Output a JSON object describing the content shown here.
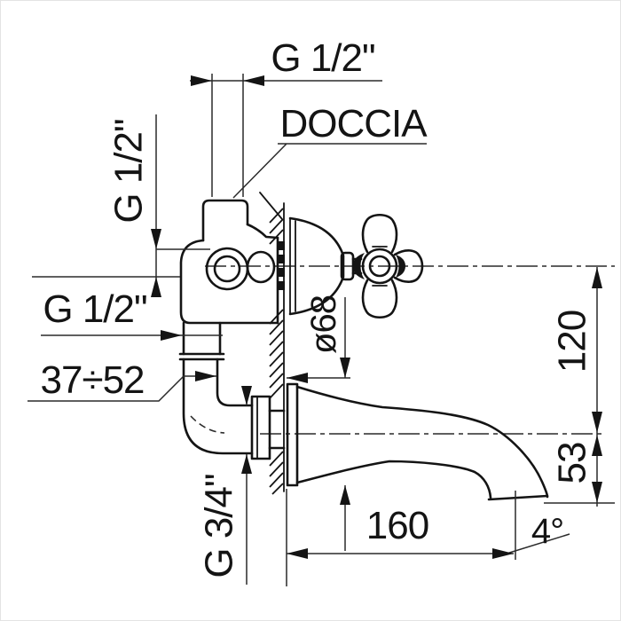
{
  "drawing": {
    "title": "Wall-mounted bath-shower mixer — side elevation with dimensions",
    "type": "technical-diagram",
    "units": "mm",
    "colors": {
      "ink": "#141414",
      "paper": "#ffffff"
    },
    "labels": {
      "top_thread": "G 1/2\"",
      "shower_outlet": "DOCCIA",
      "side_thread_vertical": "G 1/2\"",
      "inlet_thread": "G 1/2\"",
      "wall_depth_range": "37÷52",
      "spout_thread": "G 3/4\"",
      "escutcheon_diameter": "ø68",
      "axis_to_spout_height": "120",
      "spout_drop_height": "53",
      "spout_reach": "160",
      "spout_angle": "4°"
    }
  }
}
